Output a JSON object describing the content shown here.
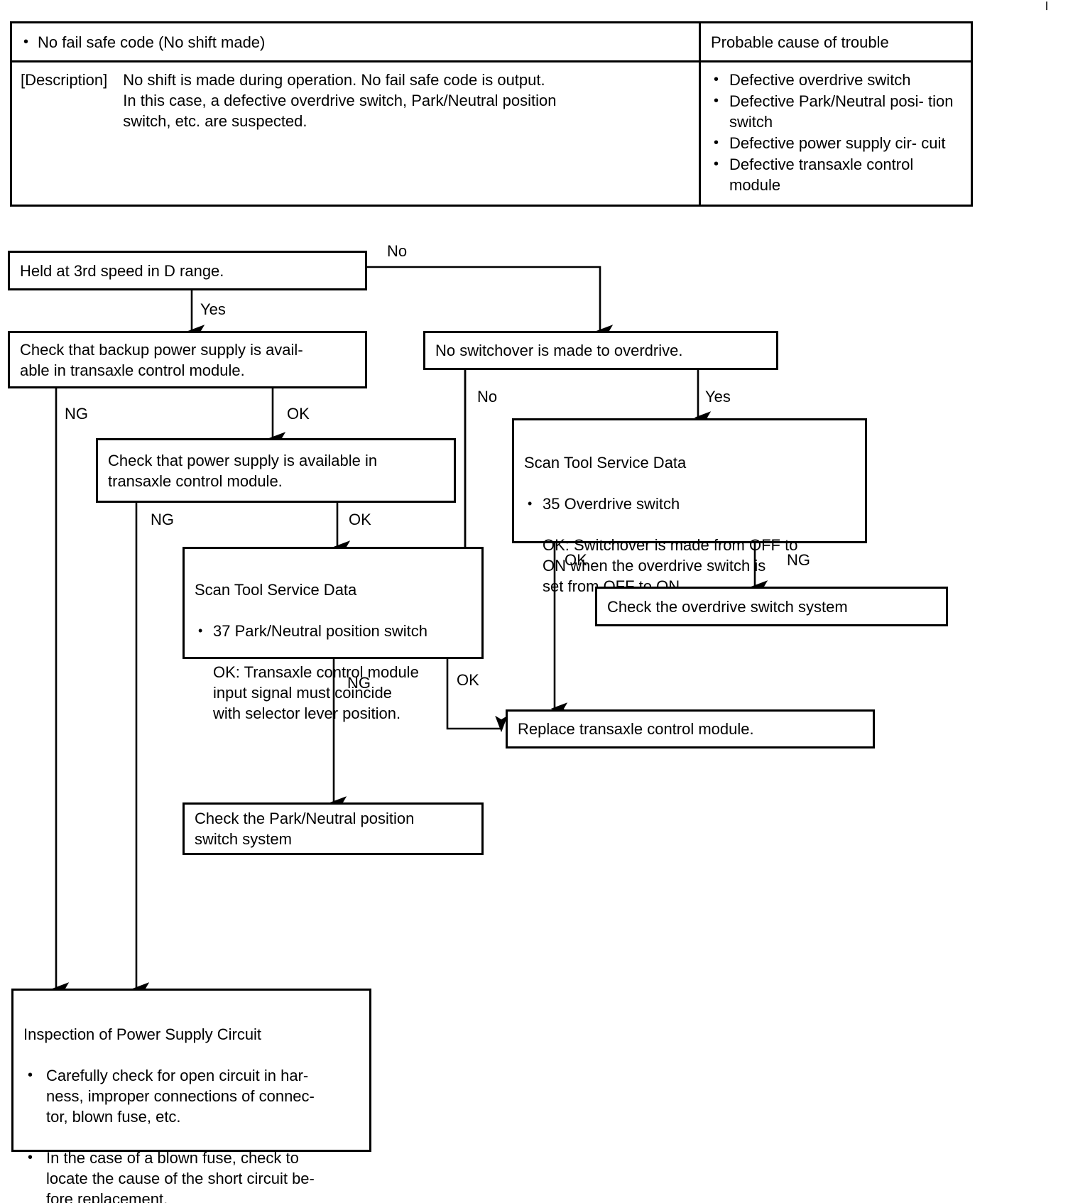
{
  "table": {
    "header": {
      "left": "No fail safe code (No shift made)",
      "right": "Probable cause of trouble"
    },
    "description_label": "[Description]",
    "description_text": "No shift is made during operation.  No fail safe code is output.\nIn this case, a defective overdrive switch, Park/Neutral position\nswitch, etc. are suspected.",
    "causes": [
      "Defective overdrive switch",
      "Defective Park/Neutral posi-\ntion switch",
      "Defective power supply cir-\ncuit",
      "Defective transaxle control\nmodule"
    ]
  },
  "flowchart": {
    "boxes": {
      "held_3rd": "Held at 3rd speed in D range.",
      "check_backup": "Check that backup power supply is avail-\nable in transaxle control module.",
      "no_switchover": "No switchover is made to overdrive.",
      "check_power": "Check that power supply is available in\ntransaxle control module.",
      "scan_od": {
        "title": "Scan Tool Service Data",
        "item": "35  Overdrive switch",
        "sub": "OK: Switchover is made from OFF to\n       ON when the overdrive switch is\n       set from OFF to ON."
      },
      "scan_pn": {
        "title": "Scan Tool Service Data",
        "item": "37 Park/Neutral position switch",
        "sub": "OK: Transaxle control module\n        input signal must coincide\n        with selector lever position."
      },
      "check_od_system": "Check the overdrive switch system",
      "replace_tcm": "Replace transaxle control module.",
      "check_pn_system": "Check the Park/Neutral position\nswitch system",
      "inspection": {
        "title": "Inspection of Power Supply Circuit",
        "items": [
          "Carefully check for open circuit in har-\nness, improper connections of connec-\ntor, blown fuse, etc.",
          "In the case of a blown fuse, check to\nlocate the cause of the short circuit be-\nfore replacement."
        ]
      }
    },
    "edge_labels": {
      "no_top": "No",
      "yes_top": "Yes",
      "ng_backup": "NG",
      "ok_backup": "OK",
      "no_switch": "No",
      "yes_switch": "Yes",
      "ng_power": "NG",
      "ok_power": "OK",
      "ok_scan_od": "OK",
      "ng_scan_od": "NG",
      "ng_scan_pn": "NG",
      "ok_scan_pn": "OK"
    }
  },
  "colors": {
    "ink": "#000000",
    "paper": "#ffffff"
  }
}
